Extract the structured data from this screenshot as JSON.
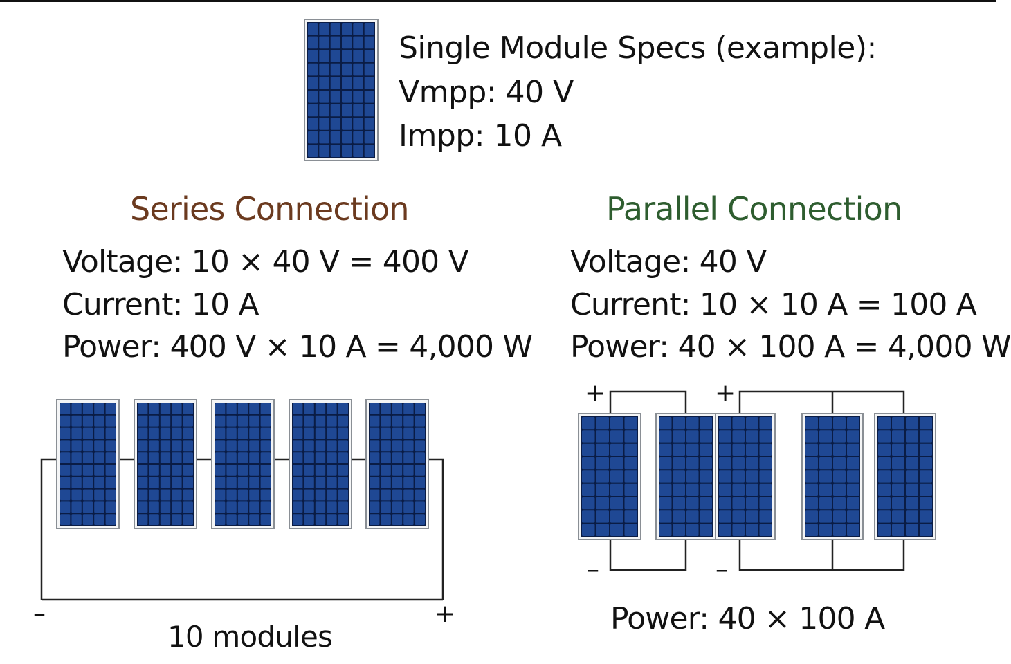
{
  "colors": {
    "panel_fill": "#1d3b78",
    "panel_cell": "#1f4894",
    "panel_gridline": "#0a1c45",
    "panel_frame": "#8a8f95",
    "wire": "#222222",
    "series_heading": "#6b3a1f",
    "parallel_heading": "#2e5d2f"
  },
  "spec": {
    "title": "Single Module Specs (example):",
    "vmpp": "Vmpp: 40 V",
    "impp": "Impp: 10 A"
  },
  "series": {
    "heading": "Series Connection",
    "voltage": "Voltage: 10 × 40 V = 400 V",
    "current": "Current: 10 A",
    "power": "Power: 400 V × 10 A = 4,000 W",
    "neg": "–",
    "pos": "+",
    "caption": "10 modules"
  },
  "parallel": {
    "heading": "Parallel Connection",
    "voltage": "Voltage: 40 V",
    "current": "Current: 10 × 10 A = 100 A",
    "power": "Power: 40 × 100 A = 4,000 W",
    "pos_left": "+",
    "pos_right": "+",
    "neg_left": "–",
    "neg_right": "–",
    "caption": "Power: 40 × 100 A"
  }
}
